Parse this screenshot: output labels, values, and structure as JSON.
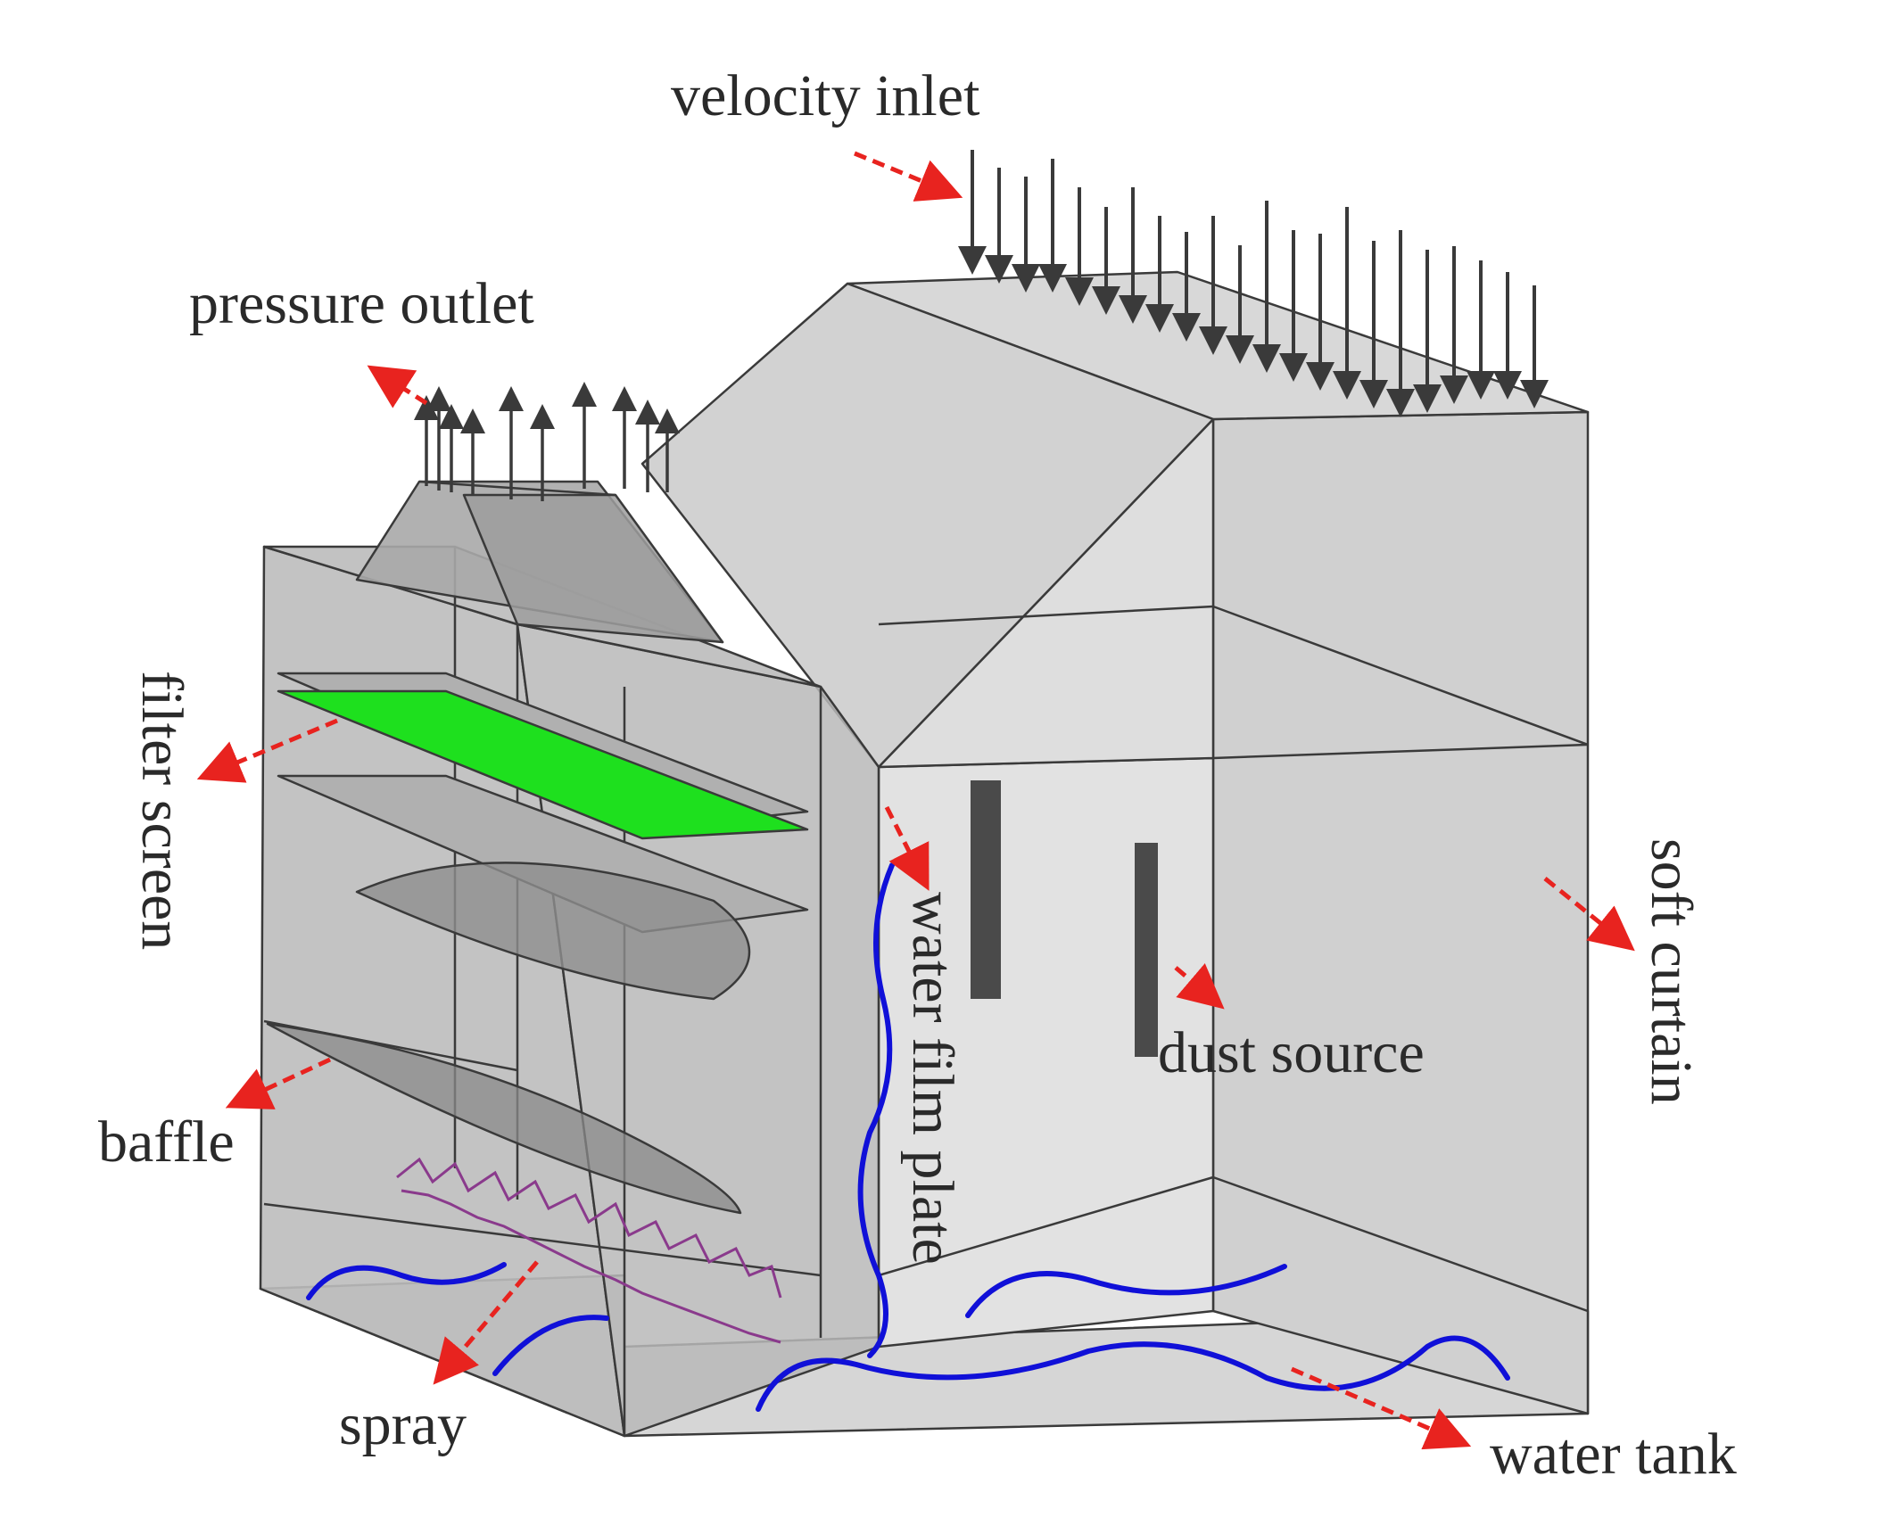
{
  "labels": {
    "velocity_inlet": "velocity inlet",
    "pressure_outlet": "pressure outlet",
    "filter_screen": "filter screen",
    "baffle": "baffle",
    "spray": "spray",
    "water_film_plate": "water film plate",
    "dust_source": "dust source",
    "soft_curtain": "soft curtain",
    "water_tank": "water tank"
  },
  "colors": {
    "pointer_arrow": "#e8231f",
    "water_line": "#1010d8",
    "filter_screen": "#1ee01e",
    "spray": "#8a3a8c",
    "flow_arrow": "#3a3a3a",
    "body_fill": "#cfcfcf",
    "edge": "#3a3a3a"
  }
}
